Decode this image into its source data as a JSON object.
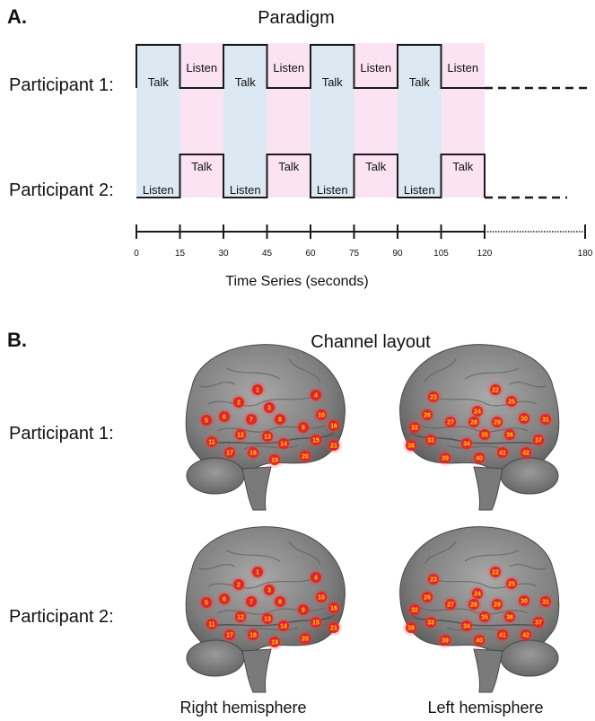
{
  "panelA": {
    "label": "A.",
    "title": "Paradigm",
    "participants": [
      "Participant 1:",
      "Participant 2:"
    ],
    "blocks": [
      {
        "start": 0,
        "end": 15,
        "p1": "Talk",
        "p2": "Listen",
        "color": "#dce9f3"
      },
      {
        "start": 15,
        "end": 30,
        "p1": "Listen",
        "p2": "Talk",
        "color": "#fbe3f4"
      },
      {
        "start": 30,
        "end": 45,
        "p1": "Talk",
        "p2": "Listen",
        "color": "#dce9f3"
      },
      {
        "start": 45,
        "end": 60,
        "p1": "Listen",
        "p2": "Talk",
        "color": "#fbe3f4"
      },
      {
        "start": 60,
        "end": 75,
        "p1": "Talk",
        "p2": "Listen",
        "color": "#dce9f3"
      },
      {
        "start": 75,
        "end": 90,
        "p1": "Listen",
        "p2": "Talk",
        "color": "#fbe3f4"
      },
      {
        "start": 90,
        "end": 105,
        "p1": "Talk",
        "p2": "Listen",
        "color": "#dce9f3"
      },
      {
        "start": 105,
        "end": 120,
        "p1": "Listen",
        "p2": "Talk",
        "color": "#fbe3f4"
      }
    ],
    "ticks": [
      "0",
      "15",
      "30",
      "45",
      "60",
      "75",
      "90",
      "105",
      "120",
      "180"
    ],
    "axis_title": "Time Series (seconds)"
  },
  "panelB": {
    "label": "B.",
    "title": "Channel layout",
    "participants": [
      "Participant 1:",
      "Participant 2:"
    ],
    "hemispheres": [
      "Right hemisphere",
      "Left hemisphere"
    ],
    "right_channels": [
      "1",
      "2",
      "3",
      "4",
      "5",
      "6",
      "7",
      "8",
      "9",
      "10",
      "11",
      "12",
      "13",
      "14",
      "15",
      "16",
      "17",
      "18",
      "19",
      "20",
      "21"
    ],
    "left_channels": [
      "22",
      "23",
      "24",
      "25",
      "26",
      "27",
      "28",
      "29",
      "30",
      "31",
      "32",
      "33",
      "34",
      "35",
      "36",
      "37",
      "38",
      "39",
      "40",
      "41",
      "42"
    ],
    "channel_color": "#e0262a",
    "number_color": "#ffd400"
  }
}
